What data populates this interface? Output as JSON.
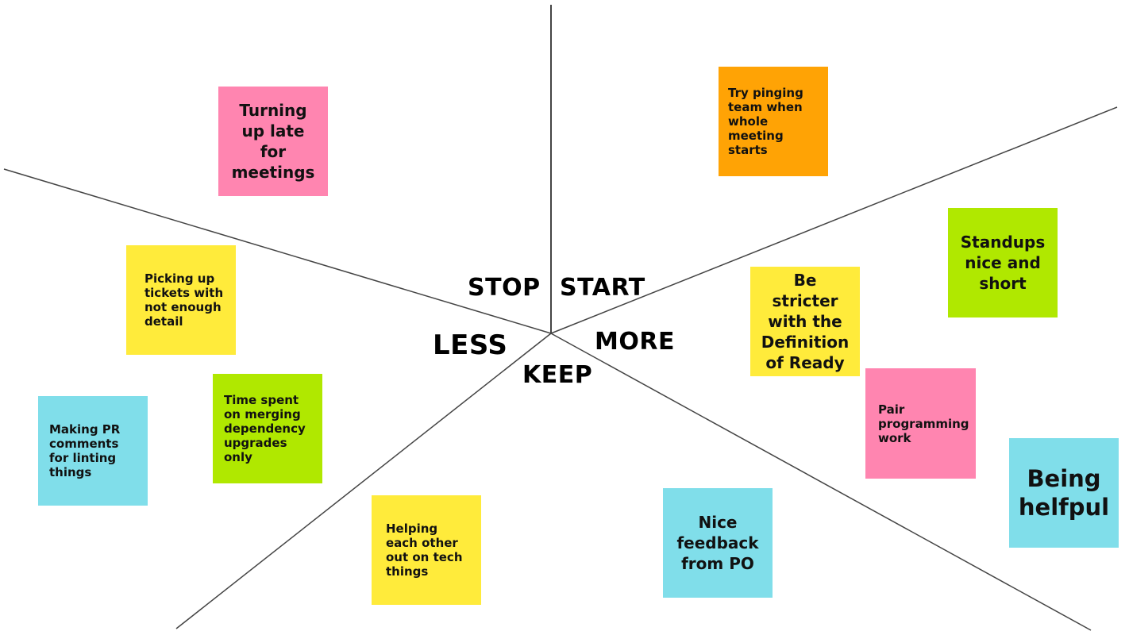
{
  "colors": {
    "pink": "#ff85b0",
    "orange": "#ffa305",
    "yellow": "#ffeb3b",
    "green": "#b0e800",
    "blue": "#80deea",
    "line": "#444444"
  },
  "sections": {
    "stop": "STOP",
    "start": "START",
    "less": "LESS",
    "more": "MORE",
    "keep": "KEEP"
  },
  "notes": {
    "turning_up_late": {
      "text": "Turning up late for meetings",
      "color": "pink"
    },
    "picking_up_tickets": {
      "text": "Picking up tickets with not enough detail",
      "color": "yellow"
    },
    "making_pr_comments": {
      "text": "Making PR comments for linting things",
      "color": "blue"
    },
    "time_spent_merging": {
      "text": "Time spent on merging dependency upgrades only",
      "color": "green"
    },
    "helping_each_other": {
      "text": "Helping each other out on tech things",
      "color": "yellow"
    },
    "try_pinging": {
      "text": "Try pinging team when whole meeting starts",
      "color": "orange"
    },
    "standups": {
      "text": "Standups nice and short",
      "color": "green"
    },
    "be_stricter": {
      "text": "Be stricter with the Definition of Ready",
      "color": "yellow"
    },
    "pair_programming": {
      "text": "Pair programming work",
      "color": "pink"
    },
    "being_helpful": {
      "text": "Being helfpul",
      "color": "blue"
    },
    "nice_feedback": {
      "text": "Nice feedback from PO",
      "color": "blue"
    }
  }
}
